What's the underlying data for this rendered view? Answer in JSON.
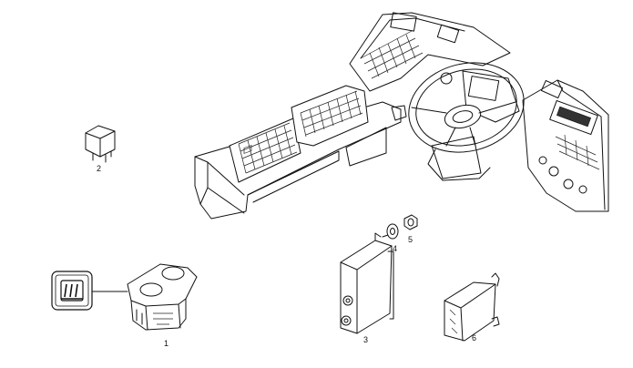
{
  "callouts": {
    "part_1": "1",
    "part_2": "2",
    "part_3": "3",
    "part_4": "4",
    "part_5": "5",
    "part_6": "6"
  },
  "colors": {
    "line": "#111111",
    "background": "#ffffff"
  },
  "icons": {
    "rocker_symbol": "heated-window-icon"
  }
}
